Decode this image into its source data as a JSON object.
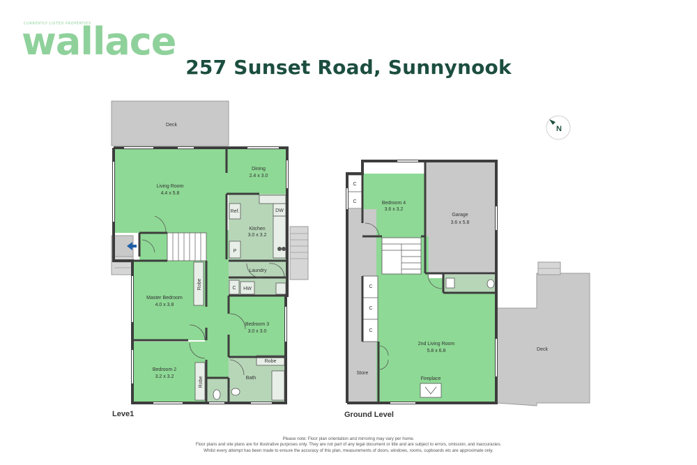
{
  "logo": {
    "wordmark": "wallace",
    "tagline": "CURRENTLY LISTED PROPERTIES"
  },
  "title": "257 Sunset Road, Sunnynook",
  "compass": "N",
  "levels": {
    "upper": "Leve1",
    "ground": "Ground Level"
  },
  "rooms": {
    "deck_upper": "Deck",
    "living": {
      "name": "Living Room",
      "dim": "4.4 x 5.8"
    },
    "dining": {
      "name": "Dining",
      "dim": "2.4 x 3.0"
    },
    "kitchen": {
      "name": "Kitchen",
      "dim": "3.0 x 3.2"
    },
    "laundry": "Laundry",
    "master": {
      "name": "Master Bedroom",
      "dim": "4.0 x 3.8"
    },
    "bed2": {
      "name": "Bedroom 2",
      "dim": "3.2 x 3.2"
    },
    "bed3": {
      "name": "Bedroom 3",
      "dim": "3.0 x 3.0"
    },
    "bath": "Bath",
    "bed4": {
      "name": "Bedroom 4",
      "dim": "3.6 x 3.2"
    },
    "garage": {
      "name": "Garage",
      "dim": "3.6 x 5.8"
    },
    "living2": {
      "name": "2nd Living Room",
      "dim": "5.8 x 6.8"
    },
    "store": "Store",
    "deck_ground": "Deck"
  },
  "fixtures": {
    "ref": "Ref.",
    "dw": "DW",
    "p": "P",
    "c": "C",
    "hw": "HW",
    "robe": "Robe",
    "fireplace": "Fireplace"
  },
  "disclaimer": [
    "Please note: Floor plan orientation and mirroring may vary per home.",
    "Floor plans and site plans are for illustrative purposes only. They are not part of any legal document or title and are subject to errors, omission, and inaccuracies.",
    "Whilst every attempt has been made to ensure the accuracy of this plan, measurements of doors, windows, rooms, cupboards etc are approximate only."
  ],
  "colors": {
    "room": "#8ed995",
    "deck": "#c9c9c9",
    "wall": "#3d3d3d",
    "brand": "#8fd19b",
    "title": "#1c4e3f",
    "entry_arrow": "#1f5ea8"
  }
}
